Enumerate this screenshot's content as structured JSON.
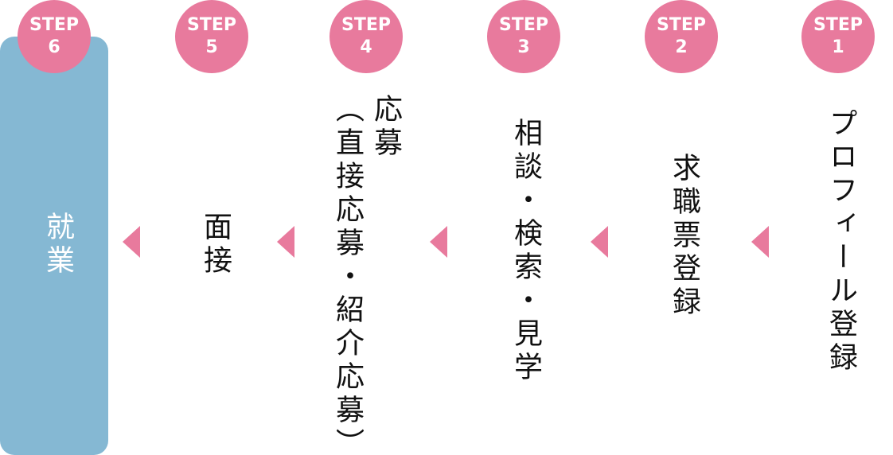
{
  "steps": [
    {
      "label": "STEP",
      "number": "1",
      "text": "プロフィール登録"
    },
    {
      "label": "STEP",
      "number": "2",
      "text": "求職票登録"
    },
    {
      "label": "STEP",
      "number": "3",
      "text": "相談・検索・見学"
    },
    {
      "label": "STEP",
      "number": "4",
      "text_line1": "応募",
      "text_line2": "（直接応募・紹介応募）"
    },
    {
      "label": "STEP",
      "number": "5",
      "text": "面接"
    },
    {
      "label": "STEP",
      "number": "6",
      "text": "就業"
    }
  ],
  "colors": {
    "badge": "#e87a9d",
    "arrow": "#e87a9d",
    "final_box": "#85b8d3",
    "text": "#111111"
  }
}
